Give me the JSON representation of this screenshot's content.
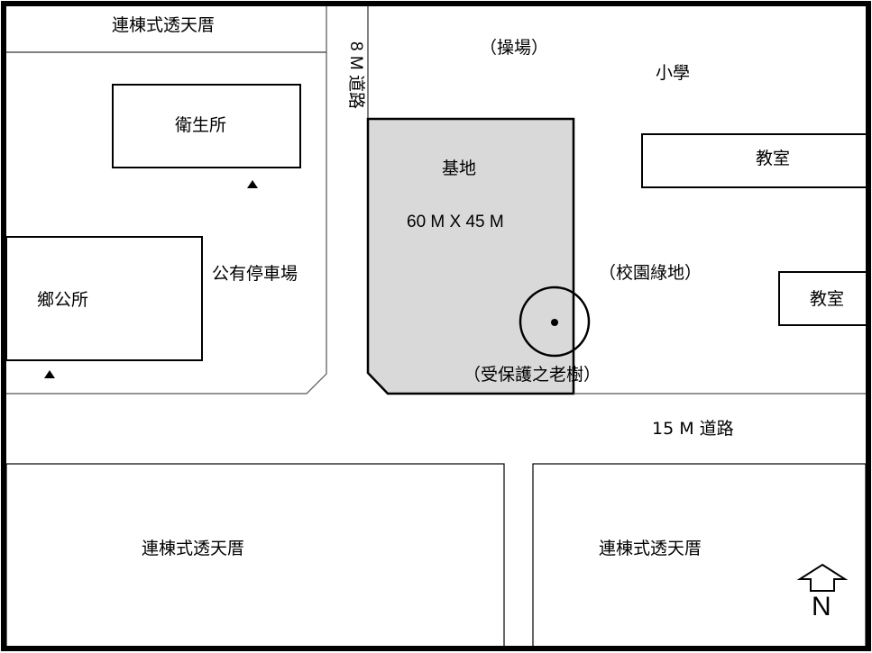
{
  "map": {
    "colors": {
      "site_fill": "#d9d9d9",
      "line": "#000000",
      "background": "#ffffff"
    },
    "labels": {
      "row_house_top": "連棟式透天厝",
      "health_center": "衛生所",
      "road_8m": "8 M 道路",
      "playground": "（操場）",
      "elementary_school": "小學",
      "classroom_1": "教室",
      "site": "基地",
      "site_size": "60 M X 45 M",
      "township_office": "鄉公所",
      "public_parking": "公有停車場",
      "campus_green": "（校園綠地）",
      "classroom_2": "教室",
      "protected_tree": "（受保護之老樹）",
      "road_15m": "15 M 道路",
      "row_house_bottom_left": "連棟式透天厝",
      "row_house_bottom_right": "連棟式透天厝",
      "north": "N"
    },
    "icons": {
      "entrance_marker": "triangle-up",
      "tree": "circle-with-dot",
      "north_arrow": "hollow-up-arrow"
    }
  }
}
